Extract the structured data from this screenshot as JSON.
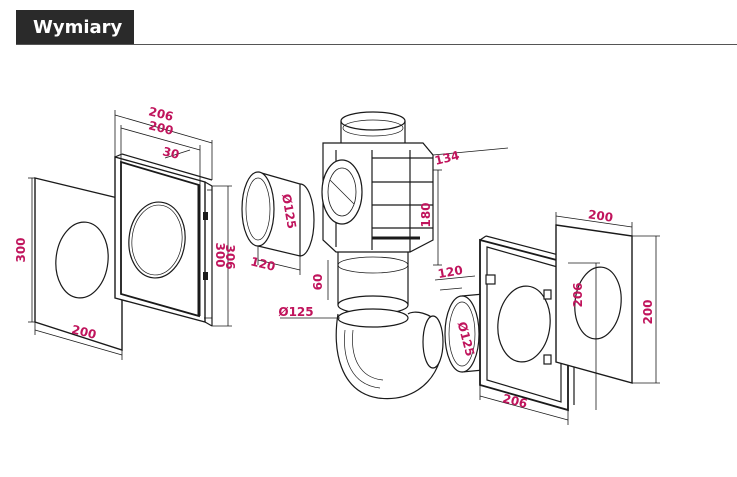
{
  "header": {
    "title": "Wymiary"
  },
  "colors": {
    "dimension": "#c0145c",
    "line": "#1a1a1a",
    "header_bg": "#2a2a2a"
  },
  "dimensions": {
    "left_panel": {
      "height": "300",
      "width": "200"
    },
    "frame": {
      "width_outer": "206",
      "width_inner": "200",
      "depth": "30",
      "height_inner": "300",
      "height_outer": "306"
    },
    "center": {
      "depth": "134",
      "height": "180",
      "left_pipe_dia": "Ø125",
      "left_pipe_len": "120",
      "spacer": "60",
      "bottom_dia": "Ø125",
      "right_pipe_len": "120",
      "right_pipe_dia": "Ø125"
    },
    "right_frame": {
      "height": "206",
      "width": "206"
    },
    "right_panel": {
      "width": "200",
      "height": "200"
    }
  }
}
